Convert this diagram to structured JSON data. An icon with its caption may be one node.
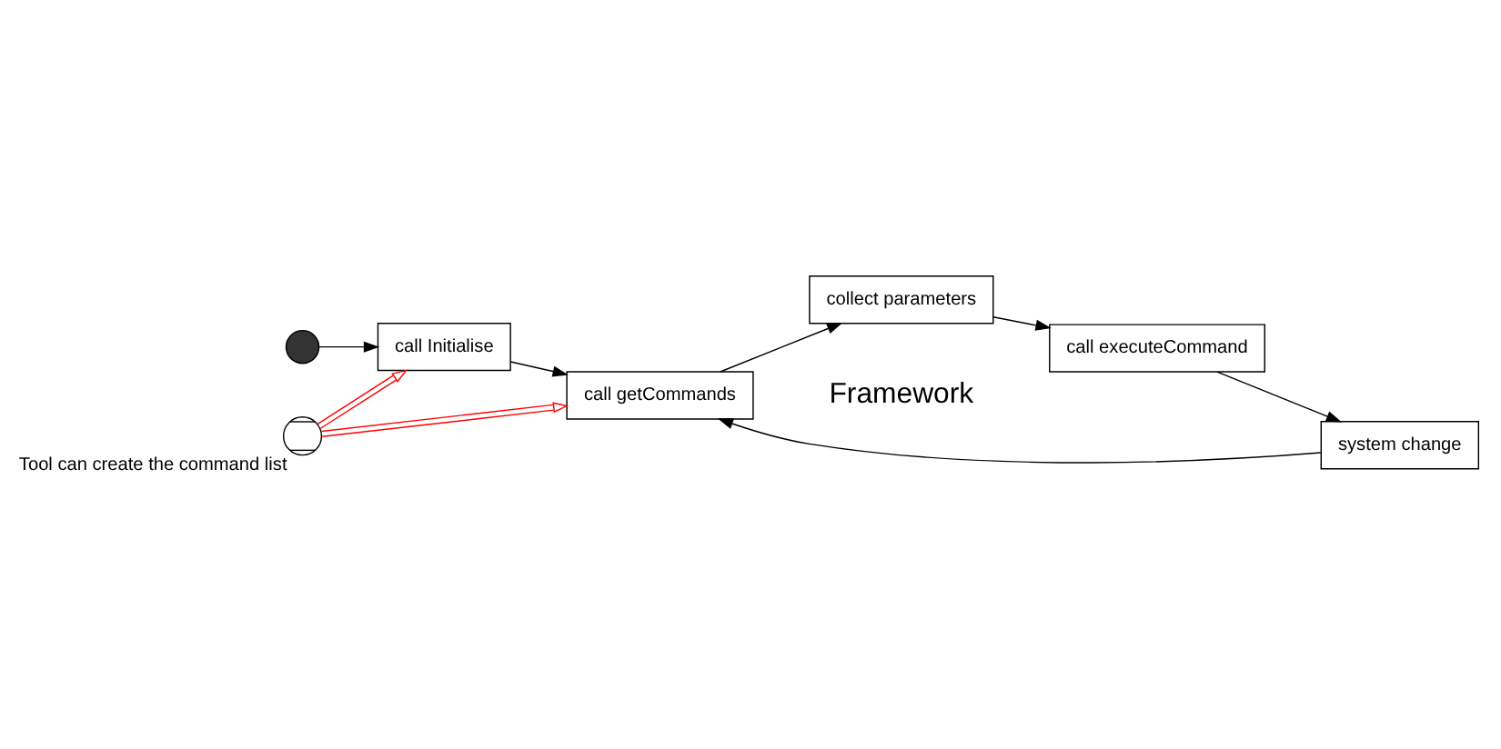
{
  "diagram": {
    "nodes": [
      {
        "text": [],
        "shape": "circle"
      },
      {
        "text": [
          "call Initialise"
        ]
      },
      {
        "text": [
          "call getCommands"
        ]
      },
      {
        "text": [
          "collect parameters"
        ]
      },
      {
        "text": [
          "call executeCommand"
        ]
      },
      {
        "text": [
          "system change"
        ]
      },
      {
        "text": [],
        "shape": "circle",
        "beside": [
          "Tool can create the command list"
        ]
      }
    ],
    "edges": [
      {
        "from": 0,
        "to": 1,
        "arrow": "to"
      },
      {
        "from": 1,
        "to": 2,
        "arrow": "to"
      },
      {
        "from": 2,
        "to": 3,
        "arrow": "to"
      },
      {
        "from": 3,
        "to": 4,
        "arrow": "to"
      },
      {
        "from": 4,
        "to": 5,
        "arrow": "to"
      },
      {
        "from": 5,
        "to": 2,
        "arrow": "to"
      },
      {
        "from": 6,
        "to": 1,
        "arrow": "to",
        "color": "#ff0000"
      },
      {
        "from": 6,
        "to": 2,
        "arrow": "to",
        "color": "#ff0000"
      }
    ],
    "labels": [
      "Framework"
    ]
  }
}
